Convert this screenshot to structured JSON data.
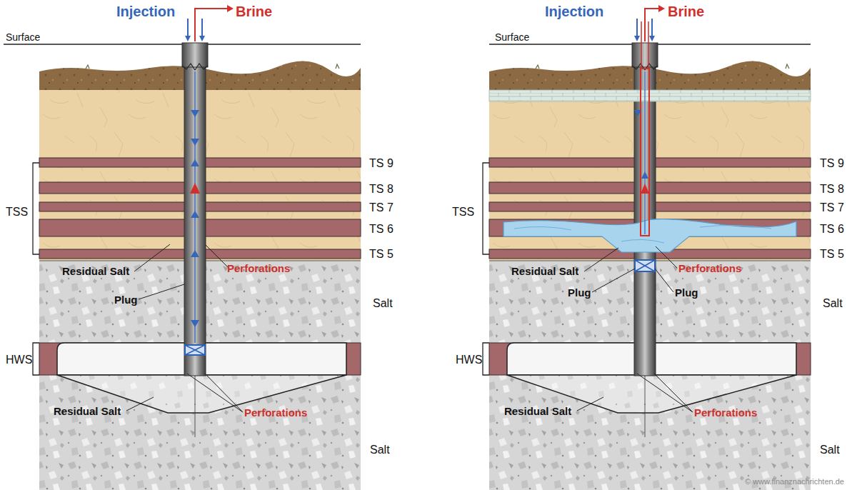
{
  "diagram": {
    "labels": [
      "Injection",
      "Brine",
      "Surface",
      "TS 9",
      "TS 8",
      "TS 7",
      "TS 6",
      "TS 5",
      "TSS",
      "Residual Salt",
      "Perforations",
      "Plug",
      "Salt",
      "HWS",
      "Residual Salt",
      "Perforations",
      "Salt",
      "Injection",
      "Brine",
      "Surface",
      "TS 9",
      "TS 8",
      "TS 7",
      "TS 6",
      "TS 5",
      "TSS",
      "Residual Salt",
      "Perforations",
      "Plug",
      "Plug",
      "Salt",
      "HWS",
      "Residual Salt",
      "Perforations",
      "Salt",
      "© www.finanznachrichten.de"
    ]
  }
}
